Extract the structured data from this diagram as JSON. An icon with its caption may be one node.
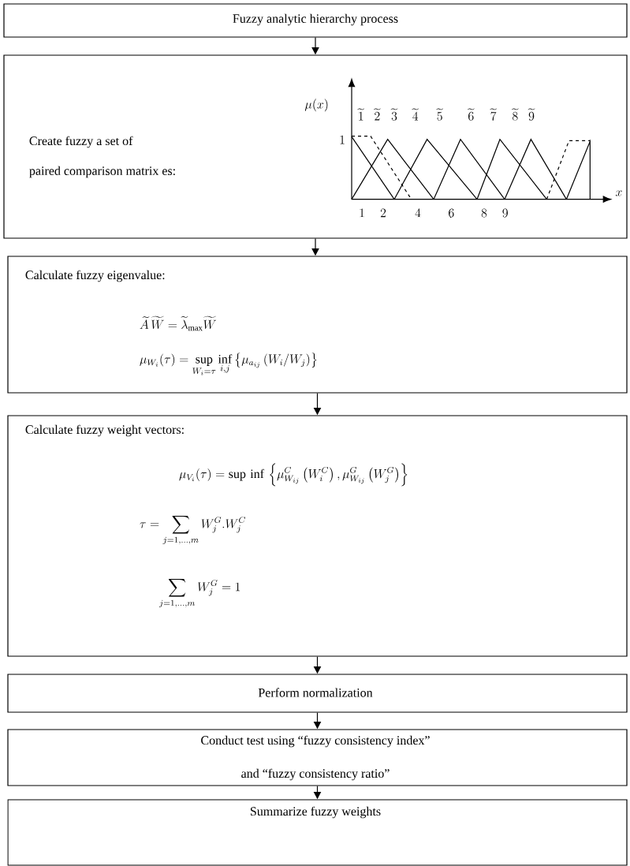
{
  "diagram": {
    "nodes": [
      {
        "text": [
          "Fuzzy analytic hierarchy process"
        ]
      },
      {
        "text": [
          "Create fuzzy a set of",
          "paired comparison matrix es:"
        ]
      },
      {
        "text": [
          "Calculate fuzzy eigenvalue:",
          "\\widetilde{A}\\,\\widetilde{W} = \\widetilde{\\lambda}_{\\max}\\widetilde{W}",
          "\\mu_{W_i}(\\tau) = \\sup_{W_i=\\tau}\\inf_{i,j}\\left\\{\\mu_{a_{ij}}\\left(W_i/W_j\\right)\\right\\}"
        ]
      },
      {
        "text": [
          "Calculate fuzzy weight vectors:",
          "\\mu_{V_i}(\\tau) = \\sup\\,\\inf\\,\\left\\{\\mu^{C}_{W_{ij}}\\left(W_i^{C}\\right),\\mu^{G}_{W_{ij}}\\left(W_j^{G}\\right)\\right\\}",
          "\\tau = \\sum_{j=1,\\ldots,m} W_j^{G}.W_j^{C}",
          "\\sum_{j=1,\\ldots,m} W_j^{G} = 1"
        ]
      },
      {
        "text": [
          "Perform normalization"
        ]
      },
      {
        "text": [
          "Conduct test using “fuzzy consistency index”",
          "and “fuzzy consistency ratio”"
        ]
      },
      {
        "text": [
          "Summarize fuzzy weights"
        ]
      }
    ],
    "edges": [
      {
        "from": 0,
        "to": 1,
        "arrow": "to"
      },
      {
        "from": 1,
        "to": 2,
        "arrow": "to"
      },
      {
        "from": 2,
        "to": 3,
        "arrow": "to"
      },
      {
        "from": 3,
        "to": 4,
        "arrow": "to"
      },
      {
        "from": 4,
        "to": 5,
        "arrow": "to"
      },
      {
        "from": 5,
        "to": 6,
        "arrow": "to"
      }
    ],
    "labels": [
      "\\mu(x)",
      "\\widetilde{1}",
      "\\widetilde{2}",
      "\\widetilde{3}",
      "\\widetilde{4}",
      "\\widetilde{5}",
      "\\widetilde{6}",
      "\\widetilde{7}",
      "\\widetilde{8}",
      "\\widetilde{9}",
      "1",
      "x",
      "1",
      "2",
      "4",
      "6",
      "8",
      "9"
    ]
  }
}
